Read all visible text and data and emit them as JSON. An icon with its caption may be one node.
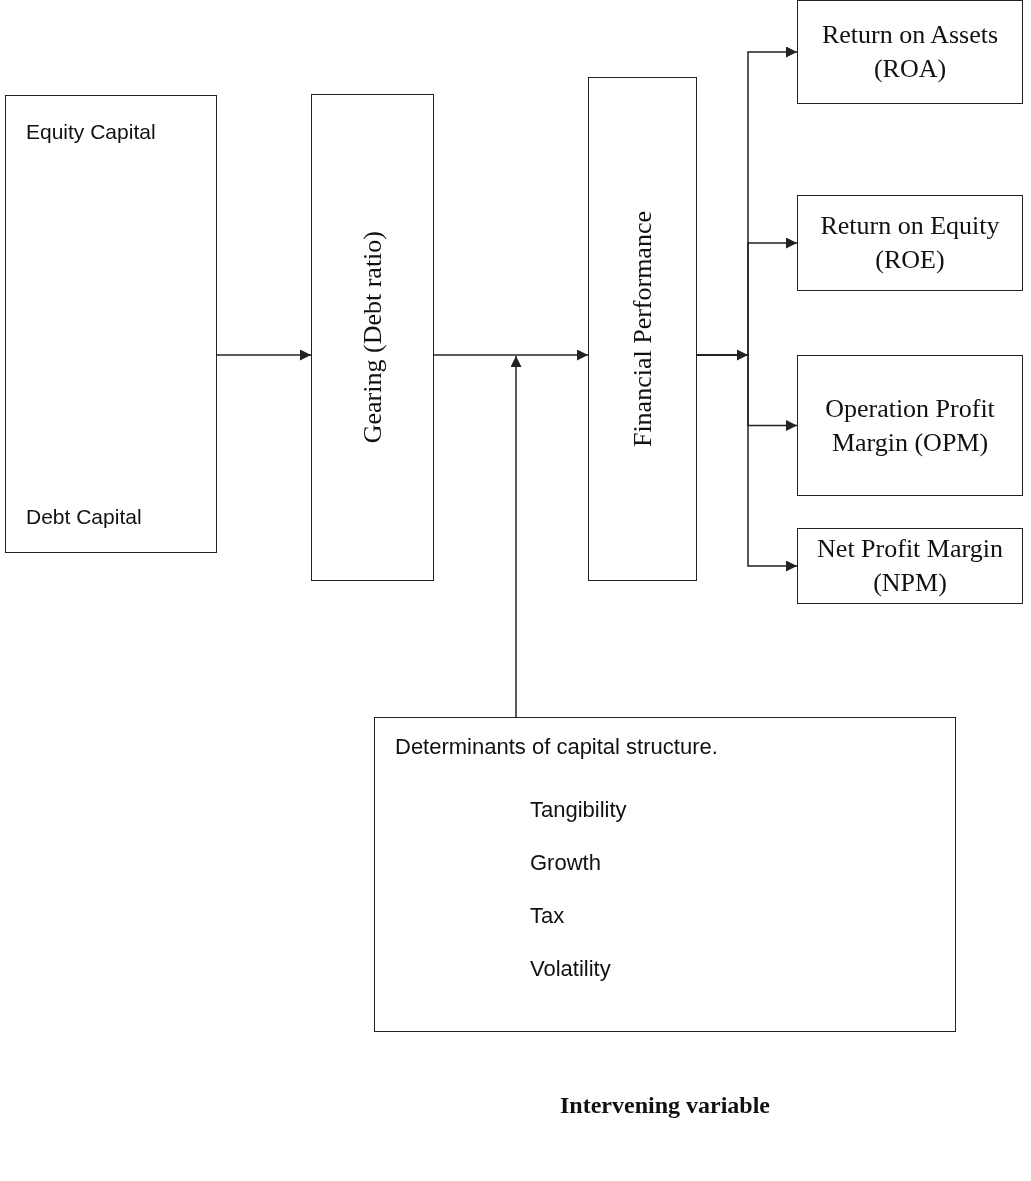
{
  "diagram": {
    "nodes": [
      {
        "text": [
          "Equity Capital",
          "Debt Capital"
        ]
      },
      {
        "text": [
          "Gearing (Debt ratio)"
        ]
      },
      {
        "text": [
          "Financial Performance"
        ]
      },
      {
        "text": [
          "Return on Assets (ROA)"
        ]
      },
      {
        "text": [
          "Return on Equity (ROE)"
        ]
      },
      {
        "text": [
          "Operation Profit Margin (OPM)"
        ]
      },
      {
        "text": [
          "Net Profit Margin (NPM)"
        ]
      },
      {
        "text": [
          "Determinants of capital structure.",
          "Tangibility",
          "Growth",
          "Tax",
          "Volatility"
        ],
        "beside": [
          "Intervening variable"
        ]
      }
    ],
    "edges": [
      {
        "from": 0,
        "to": 1,
        "arrow": "to"
      },
      {
        "from": 1,
        "to": 2,
        "arrow": "to"
      },
      {
        "from": 7,
        "to": null,
        "arrow": "to"
      },
      {
        "from": 2,
        "to": 3,
        "arrow": "to"
      },
      {
        "from": 2,
        "to": 4,
        "arrow": "to"
      },
      {
        "from": 2,
        "to": 5,
        "arrow": "to"
      },
      {
        "from": 2,
        "to": 6,
        "arrow": "to"
      }
    ]
  }
}
